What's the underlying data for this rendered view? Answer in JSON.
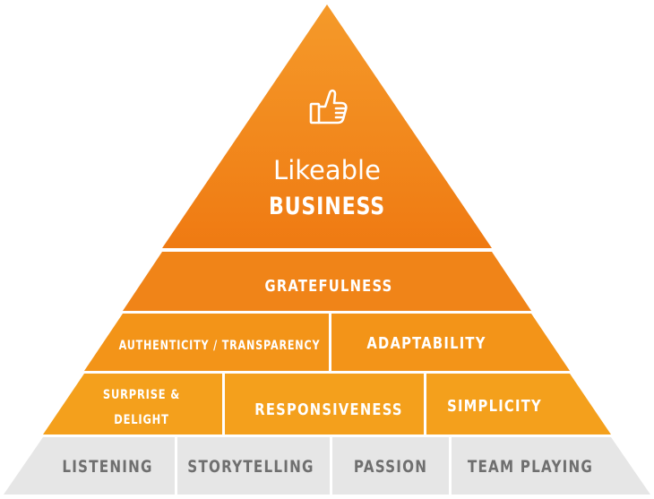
{
  "apex": {
    "icon": "thumbs-up-icon",
    "title_line1": "Likeable",
    "title_line2": "BUSINESS"
  },
  "tier1": {
    "label": "GRATEFULNESS"
  },
  "tier2": {
    "left": "AUTHENTICITY / TRANSPARENCY",
    "right": "ADAPTABILITY"
  },
  "tier3": {
    "left_line1": "SURPRISE &",
    "left_line2": "DELIGHT",
    "middle": "RESPONSIVENESS",
    "right": "SIMPLICITY"
  },
  "base": [
    "LISTENING",
    "STORYTELLING",
    "PASSION",
    "TEAM PLAYING"
  ],
  "colors": {
    "apex": "#f0801a",
    "tier1": "#f08418",
    "tier2": "#f39418",
    "tier3": "#f4a01c",
    "base": "#e6e6e6",
    "base_text": "#6f6f6f",
    "divider": "#ffffff"
  }
}
